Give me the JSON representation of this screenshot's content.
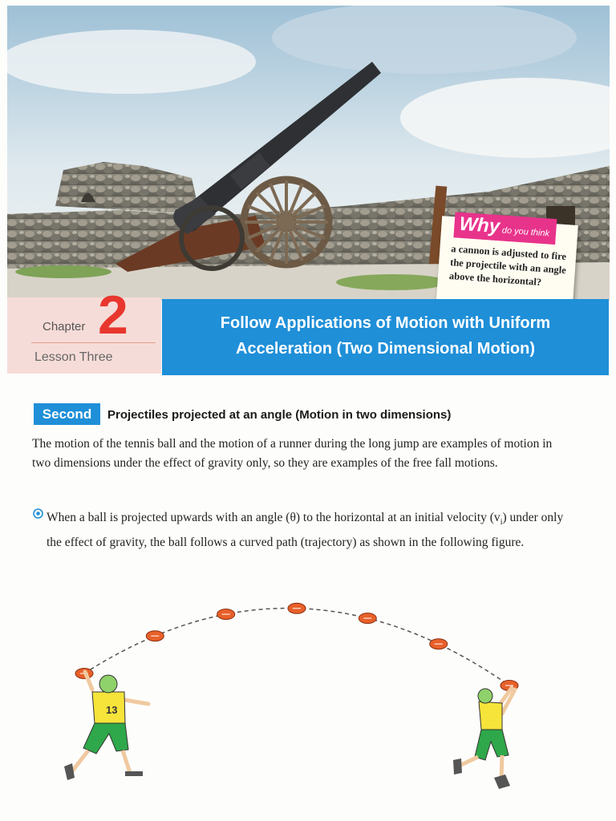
{
  "chapter": {
    "word": "Chapter",
    "number": "2",
    "lesson": "Lesson Three"
  },
  "title": {
    "line1": "Follow Applications of Motion with Uniform",
    "line2": "Acceleration (Two Dimensional Motion)"
  },
  "why_box": {
    "big": "Why",
    "small": "do you think",
    "text": "a cannon is adjusted to fire the projectile with an angle above the horizontal?"
  },
  "section": {
    "badge": "Second",
    "heading": "Projectiles projected at an angle (Motion in two dimensions)"
  },
  "paragraph": "The motion of the tennis ball and the motion of a runner during the long jump are examples of motion in two dimensions under the effect of gravity only, so they are examples of the free fall motions.",
  "bullet": {
    "part1": "When a ball is projected upwards with an angle (θ) to the horizontal at an initial velocity (v",
    "subscript": "i",
    "part2": ") under only the effect of gravity, the ball follows a curved path (trajectory) as shown in the following figure."
  },
  "figure": {
    "left_player_number": "13",
    "ball_count": 7,
    "colors": {
      "jersey": "#f6e43a",
      "pants": "#2ea84a",
      "helmet": "#8fd16a",
      "ball": "#e8602a",
      "trajectory": "#555555"
    }
  },
  "colors": {
    "accent_blue": "#1f8fd8",
    "chapter_red": "#e8362e",
    "why_pink": "#e8338b",
    "chapter_bg": "#f6dcd8"
  }
}
